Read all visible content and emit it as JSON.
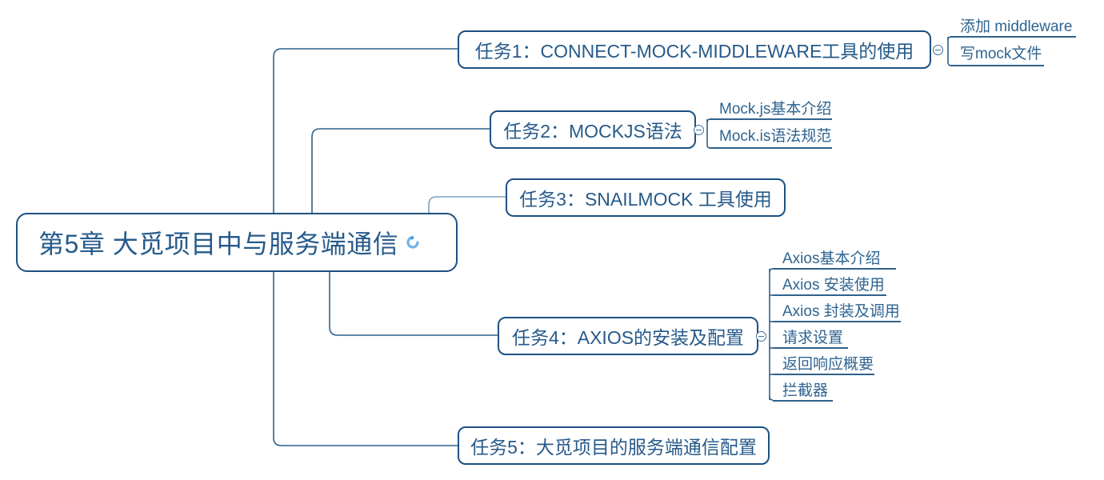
{
  "diagram": {
    "type": "mindmap",
    "title_icon": "refresh-arrow-icon",
    "root": {
      "label": "第5章 大觅项目中与服务端通信"
    },
    "branches": [
      {
        "id": "task1",
        "label": "任务1：CONNECT-MOCK-MIDDLEWARE工具的使用",
        "collapse_toggle": "minus",
        "children": [
          {
            "label": "添加 middleware"
          },
          {
            "label": "写mock文件"
          }
        ]
      },
      {
        "id": "task2",
        "label": "任务2：MOCKJS语法",
        "collapse_toggle": "minus",
        "children": [
          {
            "label": "Mock.js基本介绍"
          },
          {
            "label": "Mock.is语法规范"
          }
        ]
      },
      {
        "id": "task3",
        "label": "任务3：SNAILMOCK 工具使用",
        "collapse_toggle": null,
        "children": []
      },
      {
        "id": "task4",
        "label": "任务4：AXIOS的安装及配置",
        "collapse_toggle": "minus",
        "children": [
          {
            "label": "Axios基本介绍"
          },
          {
            "label": "Axios 安装使用"
          },
          {
            "label": "Axios 封装及调用"
          },
          {
            "label": "请求设置"
          },
          {
            "label": "返回响应概要"
          },
          {
            "label": "拦截器"
          }
        ]
      },
      {
        "id": "task5",
        "label": "任务5：大觅项目的服务端通信配置",
        "collapse_toggle": null,
        "children": []
      }
    ]
  },
  "colors": {
    "node_border": "#1d5182",
    "node_text": "#265a8a",
    "leaf_text": "#2e6491",
    "connector": "#2f618c",
    "connector_light": "#7f9fbb",
    "background": "#ffffff",
    "icon_accent": "#3c8dd8"
  }
}
